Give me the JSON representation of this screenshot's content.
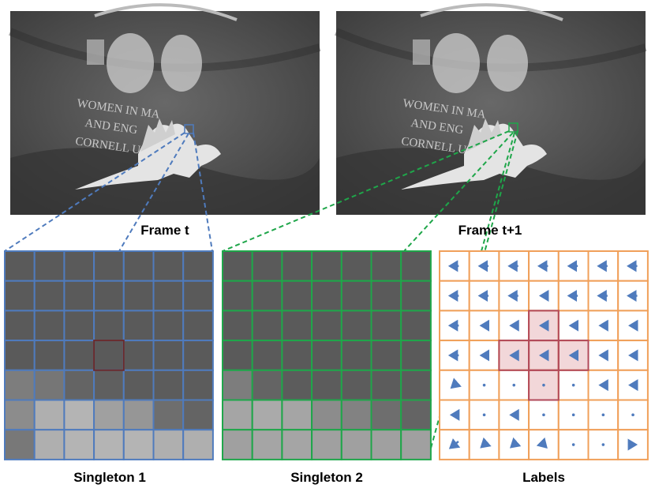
{
  "captions": {
    "frame_t": "Frame t",
    "frame_t1": "Frame t+1",
    "singleton1": "Singleton 1",
    "singleton2": "Singleton 2",
    "labels": "Labels"
  },
  "photo_text": {
    "line1": "WOMEN IN MA",
    "line2": "AND ENG",
    "line3": "CORNELL U"
  },
  "colors": {
    "blue": "#4f7bbd",
    "green": "#1fa64a",
    "orange": "#f0a05a",
    "highlight_red": "#b24a5a",
    "highlight_fill": "#f2d7d9",
    "arrow": "#4f7bbd"
  },
  "grid": {
    "rows": 7,
    "cols": 7
  },
  "singleton1_gray": [
    [
      90,
      90,
      90,
      90,
      90,
      90,
      90
    ],
    [
      90,
      90,
      90,
      90,
      90,
      90,
      90
    ],
    [
      90,
      90,
      90,
      90,
      90,
      90,
      90
    ],
    [
      90,
      90,
      90,
      90,
      90,
      90,
      90
    ],
    [
      125,
      118,
      100,
      95,
      92,
      92,
      92
    ],
    [
      140,
      175,
      180,
      160,
      150,
      110,
      100
    ],
    [
      120,
      175,
      180,
      180,
      180,
      175,
      175
    ]
  ],
  "singleton1_highlight": [
    3,
    3
  ],
  "singleton2_gray": [
    [
      90,
      90,
      90,
      90,
      90,
      90,
      90
    ],
    [
      90,
      90,
      90,
      90,
      90,
      90,
      90
    ],
    [
      90,
      90,
      90,
      90,
      90,
      90,
      90
    ],
    [
      90,
      90,
      90,
      90,
      90,
      90,
      90
    ],
    [
      125,
      100,
      92,
      92,
      92,
      92,
      92
    ],
    [
      165,
      170,
      165,
      140,
      130,
      110,
      100
    ],
    [
      160,
      165,
      165,
      160,
      160,
      160,
      160
    ]
  ],
  "labels_arrows": [
    [
      "L",
      "L",
      "L",
      "L",
      "L",
      "L",
      "L"
    ],
    [
      "L",
      "L",
      "L",
      "l",
      "L",
      "L",
      "L"
    ],
    [
      "L",
      "l",
      "l",
      "l",
      "l",
      "l",
      "l"
    ],
    [
      "L",
      "l",
      "l",
      "l",
      "l",
      "l",
      "l"
    ],
    [
      "DL",
      ".",
      ".",
      ".",
      ".",
      "l",
      "l"
    ],
    [
      "l",
      ".",
      "l",
      ".",
      ".",
      ".",
      "."
    ],
    [
      "DLL",
      "DL",
      "DL",
      "DR",
      ".",
      ".",
      "R"
    ]
  ],
  "labels_highlight": [
    [
      2,
      3
    ],
    [
      3,
      2
    ],
    [
      3,
      3
    ],
    [
      3,
      4
    ],
    [
      4,
      3
    ]
  ]
}
